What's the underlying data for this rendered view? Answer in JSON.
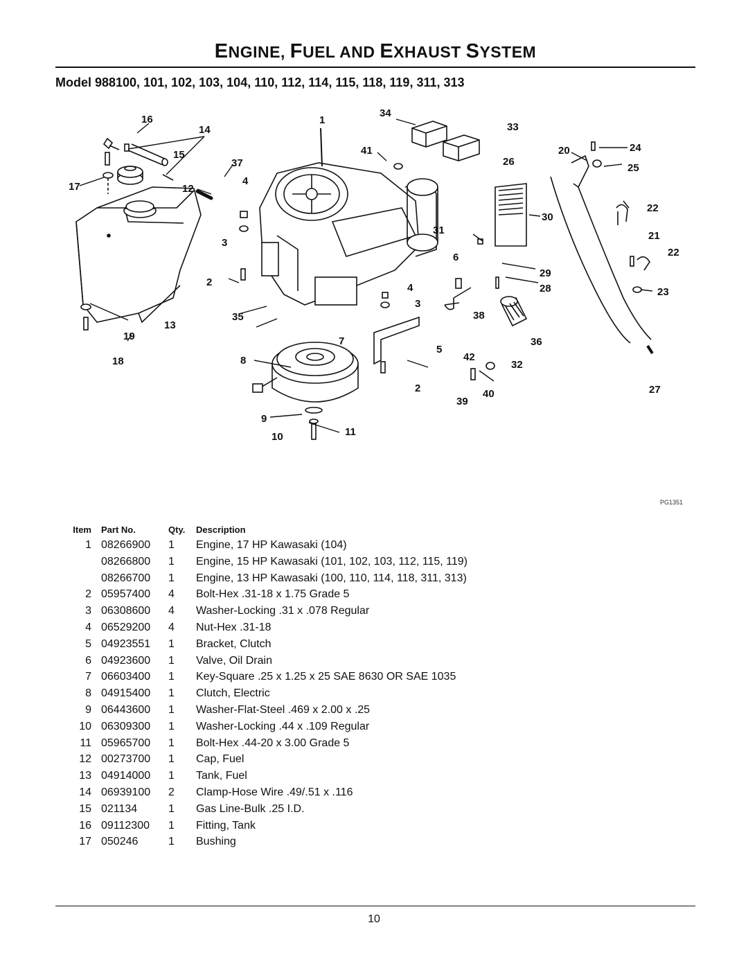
{
  "page": {
    "title_parts": [
      {
        "cap": "E",
        "rest": "NGINE,"
      },
      {
        "cap": "F",
        "rest": "UEL AND"
      },
      {
        "cap": "E",
        "rest": "XHAUST"
      },
      {
        "cap": "S",
        "rest": "YSTEM"
      }
    ],
    "models": "Model 988100, 101, 102, 103, 104, 110, 112, 114, 115, 118, 119, 311, 313",
    "drawing_code": "PG1351",
    "page_number": "10"
  },
  "diagram": {
    "callouts": [
      "16",
      "14",
      "15",
      "17",
      "12",
      "1",
      "37",
      "4",
      "3",
      "2",
      "35",
      "13",
      "19",
      "18",
      "34",
      "33",
      "41",
      "20",
      "24",
      "26",
      "25",
      "22",
      "21",
      "22",
      "30",
      "31",
      "6",
      "29",
      "28",
      "23",
      "4",
      "3",
      "38",
      "36",
      "7",
      "5",
      "42",
      "32",
      "8",
      "2",
      "40",
      "27",
      "39",
      "9",
      "10",
      "11"
    ]
  },
  "table": {
    "headers": {
      "item": "Item",
      "part": "Part No.",
      "qty": "Qty.",
      "desc": "Description"
    },
    "rows": [
      {
        "item": "1",
        "part": "08266900",
        "qty": "1",
        "desc": "Engine, 17 HP Kawasaki (104)"
      },
      {
        "item": "",
        "part": "08266800",
        "qty": "1",
        "desc": "Engine, 15 HP Kawasaki (101, 102, 103, 112, 115, 119)"
      },
      {
        "item": "",
        "part": "08266700",
        "qty": "1",
        "desc": "Engine, 13 HP Kawasaki (100, 110, 114, 118, 311, 313)"
      },
      {
        "item": "2",
        "part": "05957400",
        "qty": "4",
        "desc": "Bolt-Hex .31-18 x 1.75 Grade 5"
      },
      {
        "item": "3",
        "part": "06308600",
        "qty": "4",
        "desc": "Washer-Locking .31 x .078 Regular"
      },
      {
        "item": "4",
        "part": "06529200",
        "qty": "4",
        "desc": "Nut-Hex .31-18"
      },
      {
        "item": "5",
        "part": "04923551",
        "qty": "1",
        "desc": "Bracket, Clutch"
      },
      {
        "item": "6",
        "part": "04923600",
        "qty": "1",
        "desc": "Valve, Oil Drain"
      },
      {
        "item": "7",
        "part": "06603400",
        "qty": "1",
        "desc": "Key-Square .25 x 1.25 x 25 SAE 8630 OR SAE 1035"
      },
      {
        "item": "8",
        "part": "04915400",
        "qty": "1",
        "desc": "Clutch, Electric"
      },
      {
        "item": "9",
        "part": "06443600",
        "qty": "1",
        "desc": "Washer-Flat-Steel .469 x 2.00 x .25"
      },
      {
        "item": "10",
        "part": "06309300",
        "qty": "1",
        "desc": "Washer-Locking .44 x .109 Regular"
      },
      {
        "item": "11",
        "part": "05965700",
        "qty": "1",
        "desc": "Bolt-Hex .44-20 x 3.00 Grade 5"
      },
      {
        "item": "12",
        "part": "00273700",
        "qty": "1",
        "desc": "Cap, Fuel"
      },
      {
        "item": "13",
        "part": "04914000",
        "qty": "1",
        "desc": "Tank, Fuel"
      },
      {
        "item": "14",
        "part": "06939100",
        "qty": "2",
        "desc": "Clamp-Hose Wire .49/.51 x .116"
      },
      {
        "item": "15",
        "part": "021134",
        "qty": "1",
        "desc": "Gas Line-Bulk .25 I.D."
      },
      {
        "item": "16",
        "part": "09112300",
        "qty": "1",
        "desc": "Fitting, Tank"
      },
      {
        "item": "17",
        "part": "050246",
        "qty": "1",
        "desc": "Bushing"
      }
    ]
  }
}
